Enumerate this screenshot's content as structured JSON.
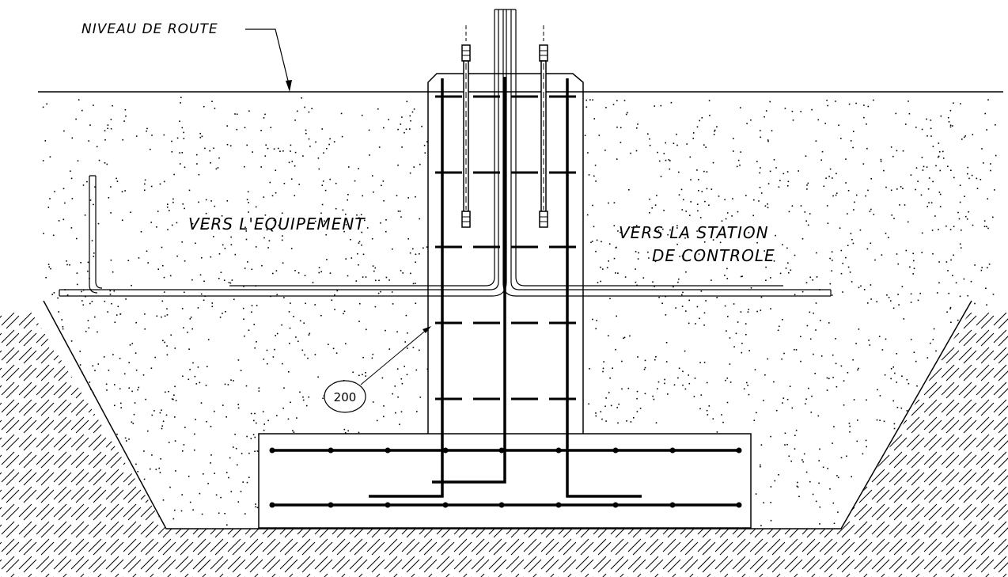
{
  "labels": {
    "road_level": "NIVEAU DE ROUTE",
    "to_equipment": "VERS L'EQUIPEMENT",
    "to_station_line1": "VERS LA STATION",
    "to_station_line2": "DE CONTROLE",
    "rebar_callout": "200"
  },
  "colors": {
    "ink": "#000000",
    "background": "#ffffff"
  }
}
